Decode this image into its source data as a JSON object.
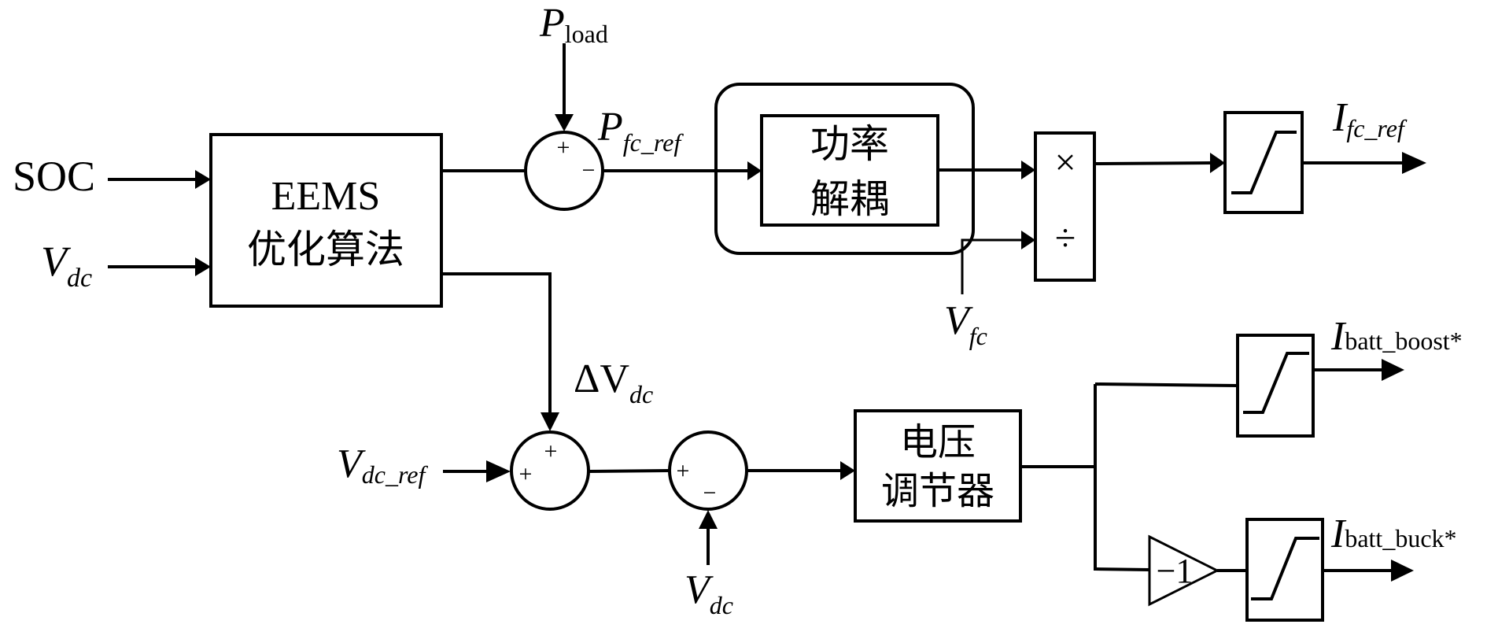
{
  "inputs": {
    "soc": "SOC",
    "vdc_main": "V",
    "vdc_sub": "dc",
    "pload_main": "P",
    "pload_sub": "load",
    "vdc_ref_main": "V",
    "vdc_ref_sub": "dc_ref",
    "vdc_meas_main": "V",
    "vdc_meas_sub": "dc",
    "vfc_main": "V",
    "vfc_sub": "fc"
  },
  "blocks": {
    "eems_line1": "EEMS",
    "eems_line2": "优化算法",
    "decouple_line1": "功率",
    "decouple_line2": "解耦",
    "multiply_symbol": "×",
    "divide_symbol": "÷",
    "regulator_line1": "电压",
    "regulator_line2": "调节器",
    "gain": "−1"
  },
  "signals": {
    "pfc_ref_main": "P",
    "pfc_ref_sub": "fc_ref",
    "dvdc_main": "ΔV",
    "dvdc_sub": "dc",
    "ifc_ref_main": "I",
    "ifc_ref_sub": "fc_ref",
    "ibatt_boost_main": "I",
    "ibatt_boost_sub": "batt_boost*",
    "ibatt_buck_main": "I",
    "ibatt_buck_sub": "batt_buck*"
  },
  "signs": {
    "sum1_plus": "+",
    "sum1_minus": "−",
    "sum2_plus_top": "+",
    "sum2_plus_left": "+",
    "sum3_plus": "+",
    "sum3_minus": "−"
  }
}
